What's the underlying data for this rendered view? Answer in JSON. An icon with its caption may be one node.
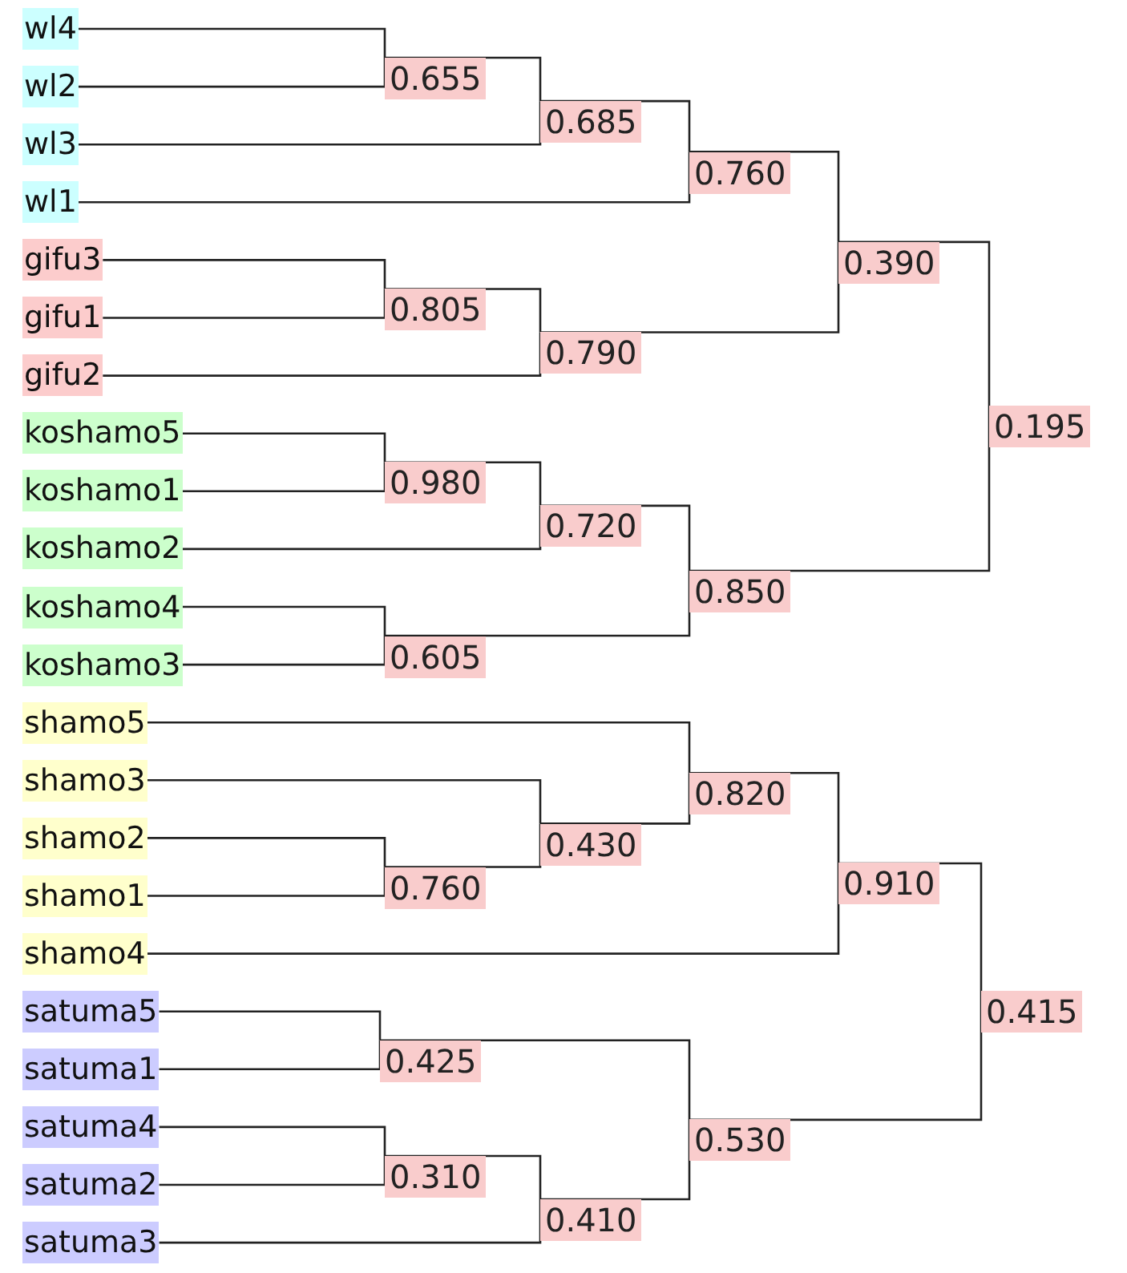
{
  "diagram": {
    "nodes": [
      {
        "text": [
          "wl4"
        ]
      },
      {
        "text": [
          "wl2"
        ]
      },
      {
        "text": [
          "wl3"
        ]
      },
      {
        "text": [
          "wl1"
        ]
      },
      {
        "text": [
          "gifu3"
        ]
      },
      {
        "text": [
          "gifu1"
        ]
      },
      {
        "text": [
          "gifu2"
        ]
      },
      {
        "text": [
          "koshamo5"
        ]
      },
      {
        "text": [
          "koshamo1"
        ]
      },
      {
        "text": [
          "koshamo2"
        ]
      },
      {
        "text": [
          "koshamo4"
        ]
      },
      {
        "text": [
          "koshamo3"
        ]
      },
      {
        "text": [
          "shamo5"
        ]
      },
      {
        "text": [
          "shamo3"
        ]
      },
      {
        "text": [
          "shamo2"
        ]
      },
      {
        "text": [
          "shamo1"
        ]
      },
      {
        "text": [
          "shamo4"
        ]
      },
      {
        "text": [
          "satuma5"
        ]
      },
      {
        "text": [
          "satuma1"
        ]
      },
      {
        "text": [
          "satuma4"
        ]
      },
      {
        "text": [
          "satuma2"
        ]
      },
      {
        "text": [
          "satuma3"
        ]
      },
      {
        "text": [
          "0.655"
        ]
      },
      {
        "text": [
          "0.685"
        ]
      },
      {
        "text": [
          "0.760"
        ]
      },
      {
        "text": [
          "0.805"
        ]
      },
      {
        "text": [
          "0.790"
        ]
      },
      {
        "text": [
          "0.390"
        ]
      },
      {
        "text": [
          "0.980"
        ]
      },
      {
        "text": [
          "0.720"
        ]
      },
      {
        "text": [
          "0.605"
        ]
      },
      {
        "text": [
          "0.850"
        ]
      },
      {
        "text": [
          "0.195"
        ]
      },
      {
        "text": [
          "0.760"
        ]
      },
      {
        "text": [
          "0.430"
        ]
      },
      {
        "text": [
          "0.820"
        ]
      },
      {
        "text": [
          "0.910"
        ]
      },
      {
        "text": [
          "0.425"
        ]
      },
      {
        "text": [
          "0.310"
        ]
      },
      {
        "text": [
          "0.410"
        ]
      },
      {
        "text": [
          "0.530"
        ]
      },
      {
        "text": [
          "0.415"
        ]
      }
    ],
    "edges": [
      {
        "from": 0,
        "to": 22,
        "arrow": "none"
      },
      {
        "from": 1,
        "to": 22,
        "arrow": "none"
      },
      {
        "from": 22,
        "to": 23,
        "arrow": "none"
      },
      {
        "from": 2,
        "to": 23,
        "arrow": "none"
      },
      {
        "from": 23,
        "to": 24,
        "arrow": "none"
      },
      {
        "from": 3,
        "to": 24,
        "arrow": "none"
      },
      {
        "from": 4,
        "to": 25,
        "arrow": "none"
      },
      {
        "from": 5,
        "to": 25,
        "arrow": "none"
      },
      {
        "from": 25,
        "to": 26,
        "arrow": "none"
      },
      {
        "from": 6,
        "to": 26,
        "arrow": "none"
      },
      {
        "from": 24,
        "to": 27,
        "arrow": "none"
      },
      {
        "from": 26,
        "to": 27,
        "arrow": "none"
      },
      {
        "from": 7,
        "to": 28,
        "arrow": "none"
      },
      {
        "from": 8,
        "to": 28,
        "arrow": "none"
      },
      {
        "from": 28,
        "to": 29,
        "arrow": "none"
      },
      {
        "from": 9,
        "to": 29,
        "arrow": "none"
      },
      {
        "from": 10,
        "to": 30,
        "arrow": "none"
      },
      {
        "from": 11,
        "to": 30,
        "arrow": "none"
      },
      {
        "from": 29,
        "to": 31,
        "arrow": "none"
      },
      {
        "from": 30,
        "to": 31,
        "arrow": "none"
      },
      {
        "from": 27,
        "to": 32,
        "arrow": "none"
      },
      {
        "from": 31,
        "to": 32,
        "arrow": "none"
      },
      {
        "from": 14,
        "to": 33,
        "arrow": "none"
      },
      {
        "from": 15,
        "to": 33,
        "arrow": "none"
      },
      {
        "from": 13,
        "to": 34,
        "arrow": "none"
      },
      {
        "from": 33,
        "to": 34,
        "arrow": "none"
      },
      {
        "from": 12,
        "to": 35,
        "arrow": "none"
      },
      {
        "from": 34,
        "to": 35,
        "arrow": "none"
      },
      {
        "from": 35,
        "to": 36,
        "arrow": "none"
      },
      {
        "from": 16,
        "to": 36,
        "arrow": "none"
      },
      {
        "from": 17,
        "to": 37,
        "arrow": "none"
      },
      {
        "from": 18,
        "to": 37,
        "arrow": "none"
      },
      {
        "from": 19,
        "to": 38,
        "arrow": "none"
      },
      {
        "from": 20,
        "to": 38,
        "arrow": "none"
      },
      {
        "from": 38,
        "to": 39,
        "arrow": "none"
      },
      {
        "from": 21,
        "to": 39,
        "arrow": "none"
      },
      {
        "from": 37,
        "to": 40,
        "arrow": "none"
      },
      {
        "from": 39,
        "to": 40,
        "arrow": "none"
      },
      {
        "from": 36,
        "to": 41,
        "arrow": "none"
      },
      {
        "from": 40,
        "to": 41,
        "arrow": "none"
      }
    ]
  }
}
